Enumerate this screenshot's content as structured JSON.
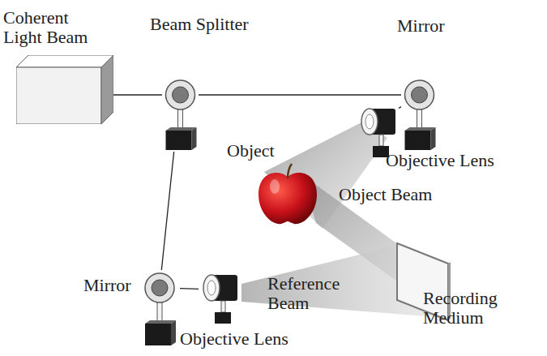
{
  "diagram": {
    "nodes": [
      {
        "text": [
          "Coherent Light Beam"
        ]
      },
      {
        "text": [
          "Beam Splitter"
        ]
      },
      {
        "text": [
          "Mirror"
        ]
      },
      {
        "text": [
          "Objective Lens"
        ]
      },
      {
        "text": [
          "Object"
        ]
      },
      {
        "text": [
          "Mirror"
        ]
      },
      {
        "text": [
          "Objective Lens"
        ]
      },
      {
        "text": [
          "Recording Medium"
        ]
      }
    ],
    "edges": [
      {
        "from": 0,
        "to": 1,
        "arrow": "none"
      },
      {
        "from": 1,
        "to": 2,
        "arrow": "none"
      },
      {
        "from": 2,
        "to": 3,
        "arrow": "none"
      },
      {
        "from": 1,
        "to": 5,
        "arrow": "none"
      },
      {
        "from": 5,
        "to": 6,
        "arrow": "none"
      }
    ],
    "labels": [
      "Object Beam",
      "Reference Beam"
    ]
  }
}
